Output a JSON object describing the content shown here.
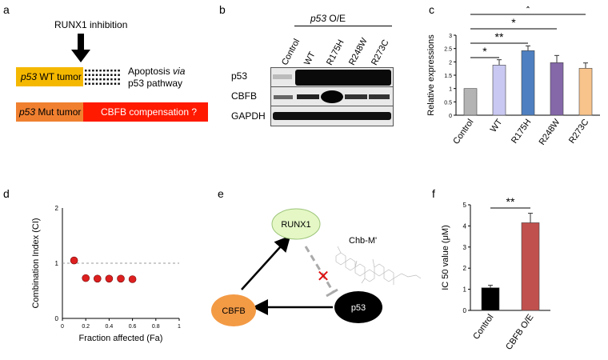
{
  "panels": {
    "a": {
      "letter": "a",
      "inhibition_label": "RUNX1 inhibition",
      "wt_tumor": {
        "prefix": "p53",
        "suffix": " WT tumor",
        "color": "#f5b800"
      },
      "apoptosis_line1_a": "Apoptosis ",
      "apoptosis_line1_b": "via",
      "apoptosis_line2": "p53 pathway",
      "mut_tumor": {
        "prefix": "p53",
        "suffix": " Mut tumor",
        "color": "#f08030"
      },
      "compensation": {
        "text": "CBFB compensation ?",
        "color": "#ff1a00"
      }
    },
    "b": {
      "letter": "b",
      "header_a": "p53",
      "header_b": " O/E",
      "lanes": [
        "Control",
        "WT",
        "R175H",
        "R248W",
        "R273C"
      ],
      "rows": [
        "p53",
        "CBFB",
        "GAPDH"
      ]
    },
    "c": {
      "letter": "c",
      "significance": [
        "*",
        "**",
        "*",
        "*"
      ]
    },
    "d": {
      "letter": "d"
    },
    "e": {
      "letter": "e",
      "nodes": {
        "runx1": {
          "label": "RUNX1",
          "color": "#e4f7c4"
        },
        "cbfb": {
          "label": "CBFB",
          "color": "#f39a45"
        },
        "p53": {
          "label": "p53",
          "color": "#000000"
        }
      },
      "drug_label": "Chb-M'",
      "inhibit_mark": "✕"
    },
    "f": {
      "letter": "f"
    }
  },
  "chart_data": [
    {
      "id": "c",
      "type": "bar",
      "categories": [
        "Control",
        "WT",
        "R175H",
        "R248W",
        "R273C"
      ],
      "values": [
        1.0,
        1.88,
        2.42,
        1.97,
        1.76
      ],
      "errors": [
        0.0,
        0.2,
        0.18,
        0.27,
        0.2
      ],
      "colors": [
        "#b3b3b3",
        "#c9c8f2",
        "#4e7fc0",
        "#8468a8",
        "#f8c48c"
      ],
      "ylabel": "Relative expressions",
      "ylim": [
        0,
        3
      ],
      "yticks": [
        "0",
        "0.5",
        "1",
        "1.5",
        "2",
        "2.5",
        "3"
      ],
      "significance": [
        {
          "from": "Control",
          "to": "WT",
          "label": "*"
        },
        {
          "from": "Control",
          "to": "R175H",
          "label": "**"
        },
        {
          "from": "Control",
          "to": "R248W",
          "label": "*"
        },
        {
          "from": "Control",
          "to": "R273C",
          "label": "*"
        }
      ]
    },
    {
      "id": "d",
      "type": "scatter",
      "x": [
        0.1,
        0.2,
        0.3,
        0.4,
        0.5,
        0.6
      ],
      "y": [
        1.05,
        0.73,
        0.72,
        0.72,
        0.72,
        0.71
      ],
      "xlabel": "Fraction affected (Fa)",
      "ylabel": "Combination Index (CI)",
      "xlim": [
        0,
        1
      ],
      "ylim": [
        0,
        2
      ],
      "xticks": [
        "0",
        "0.2",
        "0.4",
        "0.6",
        "0.8",
        "1"
      ],
      "yticks": [
        "0",
        "1",
        "2"
      ],
      "reference_line": 1,
      "marker_color": "#dd1f1f"
    },
    {
      "id": "f",
      "type": "bar",
      "categories": [
        "Control",
        "CBFB O/E"
      ],
      "values": [
        1.07,
        4.15
      ],
      "errors": [
        0.12,
        0.45
      ],
      "colors": [
        "#000000",
        "#c0504d"
      ],
      "ylabel": "IC 50 value (μM)",
      "ylim": [
        0,
        5
      ],
      "yticks": [
        "0",
        "1",
        "2",
        "3",
        "4",
        "5"
      ],
      "significance": [
        {
          "from": "Control",
          "to": "CBFB O/E",
          "label": "**"
        }
      ]
    }
  ]
}
